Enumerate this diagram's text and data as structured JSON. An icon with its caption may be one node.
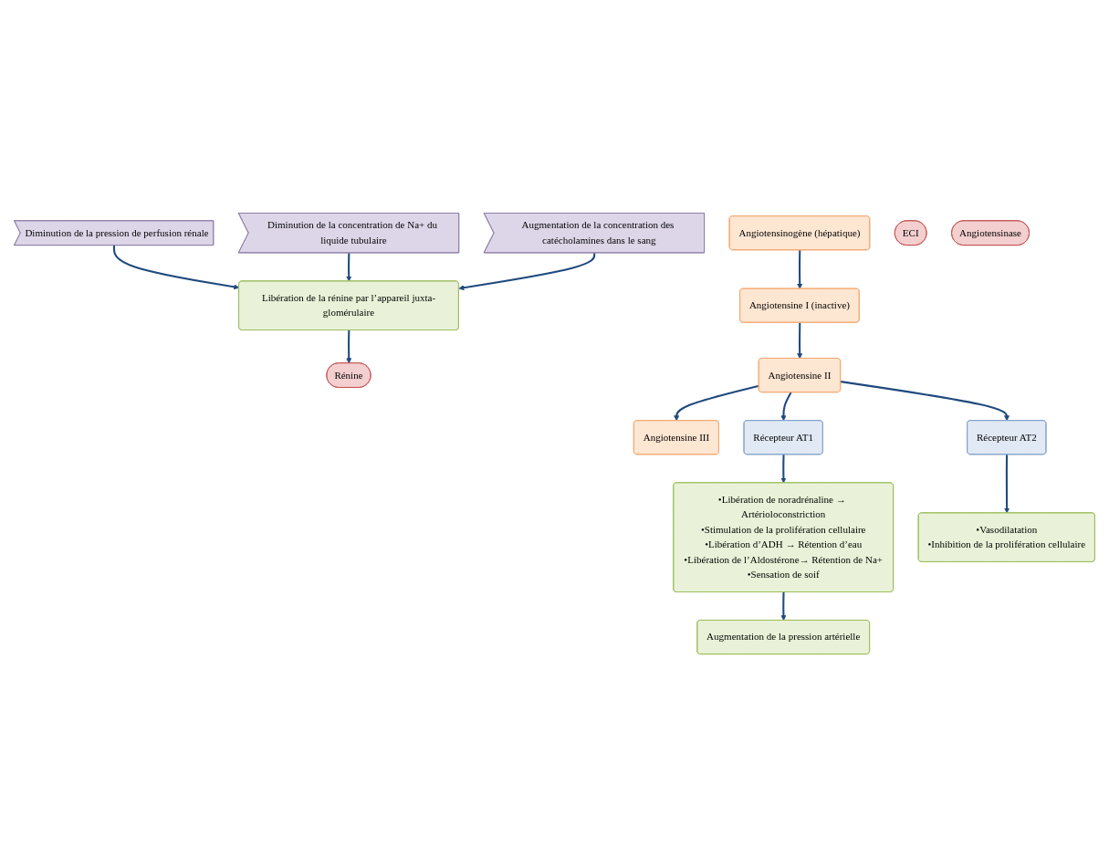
{
  "diagram": {
    "nodes": [
      {
        "text": [
          "Diminution de la pression de perfusion rénale"
        ]
      },
      {
        "text": [
          "Diminution de la concentration de Na+ du liquide tubulaire"
        ]
      },
      {
        "text": [
          "Libération de la rénine par l’appareil juxta-glomérulaire"
        ]
      },
      {
        "text": [
          "Augmentation de la concentration des catécholamines dans le sang"
        ]
      },
      {
        "text": [
          "Rénine"
        ]
      },
      {
        "text": [
          "Angiotensinogène (hépatique)"
        ]
      },
      {
        "text": [
          "Angiotensine I (inactive)"
        ]
      },
      {
        "text": [
          "ECI"
        ]
      },
      {
        "text": [
          "Angiotensinase"
        ]
      },
      {
        "text": [
          "Angiotensine III"
        ]
      },
      {
        "text": [
          "Angiotensine II"
        ]
      },
      {
        "text": [
          "Récepteur AT1"
        ]
      },
      {
        "text": [
          "Récepteur AT2"
        ]
      },
      {
        "text": [
          "•Libération de noradrénaline → Artérioloconstriction",
          "•Stimulation de la prolifération cellulaire",
          "•Libération d’ADH → Rétention d’eau",
          "•Libération de l’Aldostérone→ Rétention de Na+",
          "•Sensation de soif"
        ]
      },
      {
        "text": [
          "•Vasodilatation",
          "•Inhibition de la prolifération cellulaire"
        ]
      },
      {
        "text": [
          "Augmentation de la pression artérielle"
        ]
      }
    ],
    "edges": [
      {
        "from": 0,
        "to": 2,
        "arrow": "to"
      },
      {
        "from": 1,
        "to": 2,
        "arrow": "to"
      },
      {
        "from": 3,
        "to": 2,
        "arrow": "to"
      },
      {
        "from": 2,
        "to": 4,
        "arrow": "to"
      },
      {
        "from": 5,
        "to": 6,
        "arrow": "to"
      },
      {
        "from": 6,
        "to": 10,
        "arrow": "to"
      },
      {
        "from": 10,
        "to": 9,
        "arrow": "to"
      },
      {
        "from": 10,
        "to": 11,
        "arrow": "to"
      },
      {
        "from": 10,
        "to": 12,
        "arrow": "to"
      },
      {
        "from": 11,
        "to": 13,
        "arrow": "to"
      },
      {
        "from": 12,
        "to": 14,
        "arrow": "to"
      },
      {
        "from": 13,
        "to": 15,
        "arrow": "to"
      }
    ]
  }
}
